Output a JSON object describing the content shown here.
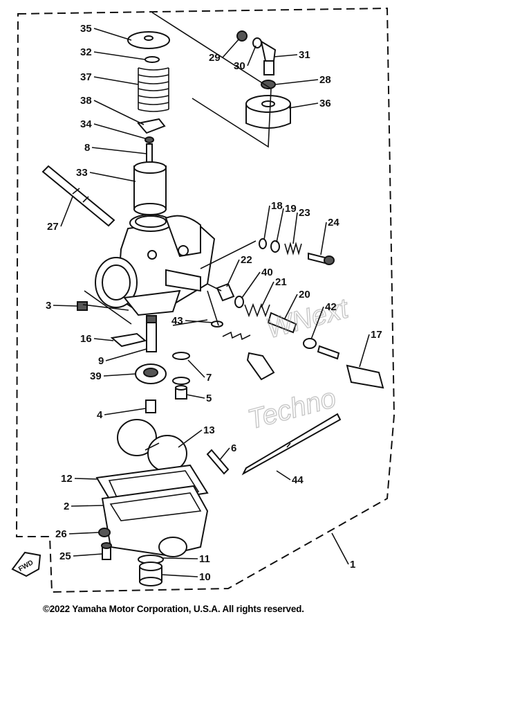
{
  "callouts": [
    "35",
    "32",
    "37",
    "38",
    "34",
    "8",
    "33",
    "27",
    "29",
    "30",
    "31",
    "28",
    "36",
    "18",
    "19",
    "23",
    "24",
    "22",
    "40",
    "21",
    "20",
    "42",
    "17",
    "3",
    "43",
    "16",
    "9",
    "39",
    "7",
    "5",
    "4",
    "13",
    "6",
    "12",
    "44",
    "2",
    "26",
    "25",
    "11",
    "10",
    "1"
  ],
  "fwd_label": "FWD",
  "watermark": {
    "line1": "WNext",
    "line2": "Techno"
  },
  "copyright": "©2022 Yamaha Motor Corporation, U.S.A. All rights reserved."
}
